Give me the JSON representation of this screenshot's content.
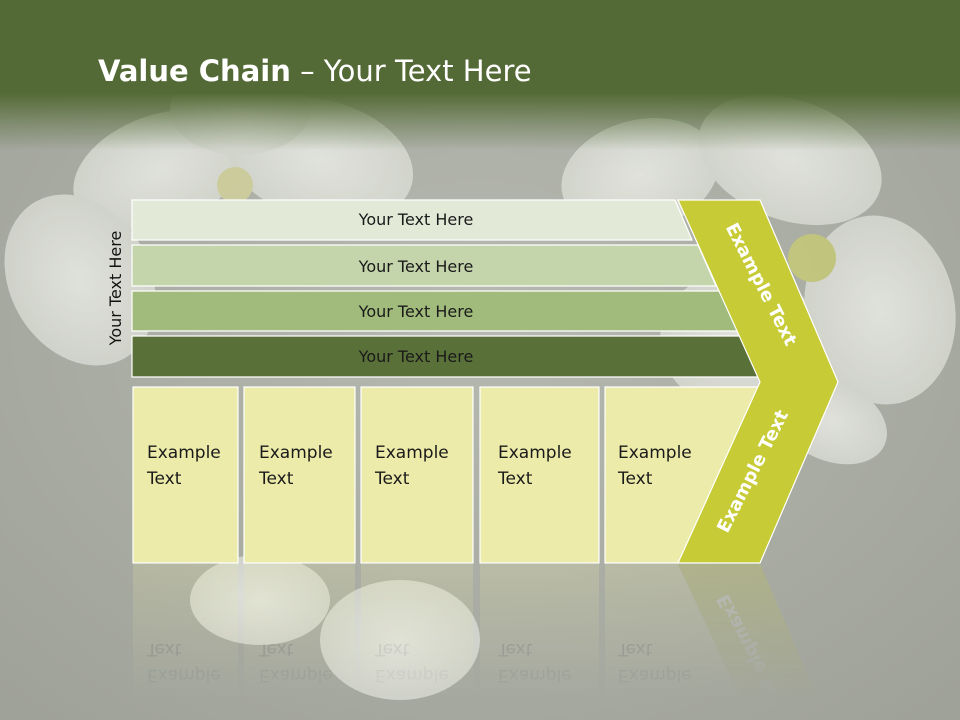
{
  "title": {
    "bold": "Value Chain",
    "rest": " – Your Text Here"
  },
  "side_label": "Your Text Here",
  "bands": [
    {
      "label": "Your Text Here",
      "color": "#e2ead7"
    },
    {
      "label": "Your Text Here",
      "color": "#c4d4ab"
    },
    {
      "label": "Your Text Here",
      "color": "#a0bb7b"
    },
    {
      "label": "Your Text Here",
      "color": "#5a7039"
    }
  ],
  "cells": [
    {
      "line1": "Example",
      "line2": "Text"
    },
    {
      "line1": "Example",
      "line2": "Text"
    },
    {
      "line1": "Example",
      "line2": "Text"
    },
    {
      "line1": "Example",
      "line2": "Text"
    },
    {
      "line1": "Example",
      "line2": "Text"
    }
  ],
  "chevron": {
    "upper": "Example Text",
    "lower": "Example Text",
    "color": "#c7cb36"
  },
  "colors": {
    "header": "#546a36",
    "cell_fill": "#ecebaa",
    "background": "#a9aca3"
  }
}
